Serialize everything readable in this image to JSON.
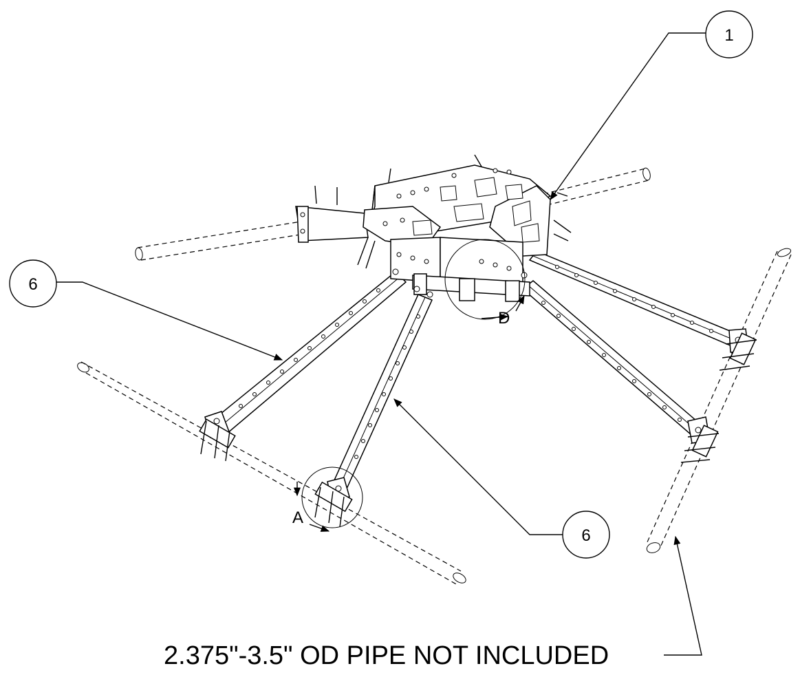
{
  "balloons": [
    {
      "id": "balloon-top",
      "number": "1"
    },
    {
      "id": "balloon-left",
      "number": "6"
    },
    {
      "id": "balloon-bottom",
      "number": "6"
    }
  ],
  "details": {
    "a": "A",
    "d": "D"
  },
  "note": "2.375\"-3.5\" OD PIPE NOT INCLUDED"
}
